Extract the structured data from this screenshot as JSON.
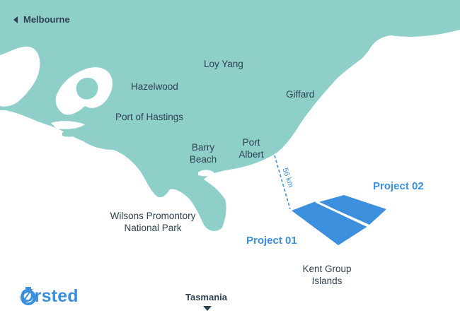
{
  "labels": {
    "melbourne": "Melbourne",
    "loy_yang": "Loy Yang",
    "hazelwood": "Hazelwood",
    "giffard": "Giffard",
    "port_hastings": "Port of Hastings",
    "barry_beach_l1": "Barry",
    "barry_beach_l2": "Beach",
    "port_albert_l1": "Port",
    "port_albert_l2": "Albert",
    "wilsons_l1": "Wilsons Promontory",
    "wilsons_l2": "National Park",
    "kent_l1": "Kent Group",
    "kent_l2": "Islands",
    "tasmania": "Tasmania",
    "distance": "56 km"
  },
  "projects": {
    "p1": "Project 01",
    "p2": "Project 02"
  },
  "logo": "Ørsted",
  "colors": {
    "land": "#8ecfca",
    "project_area": "#3b8fdc",
    "text": "#2e4151",
    "accent": "#3b8fdc"
  },
  "icons": {
    "melbourne_direction": "arrow-left-icon",
    "tasmania_direction": "arrow-down-icon"
  }
}
